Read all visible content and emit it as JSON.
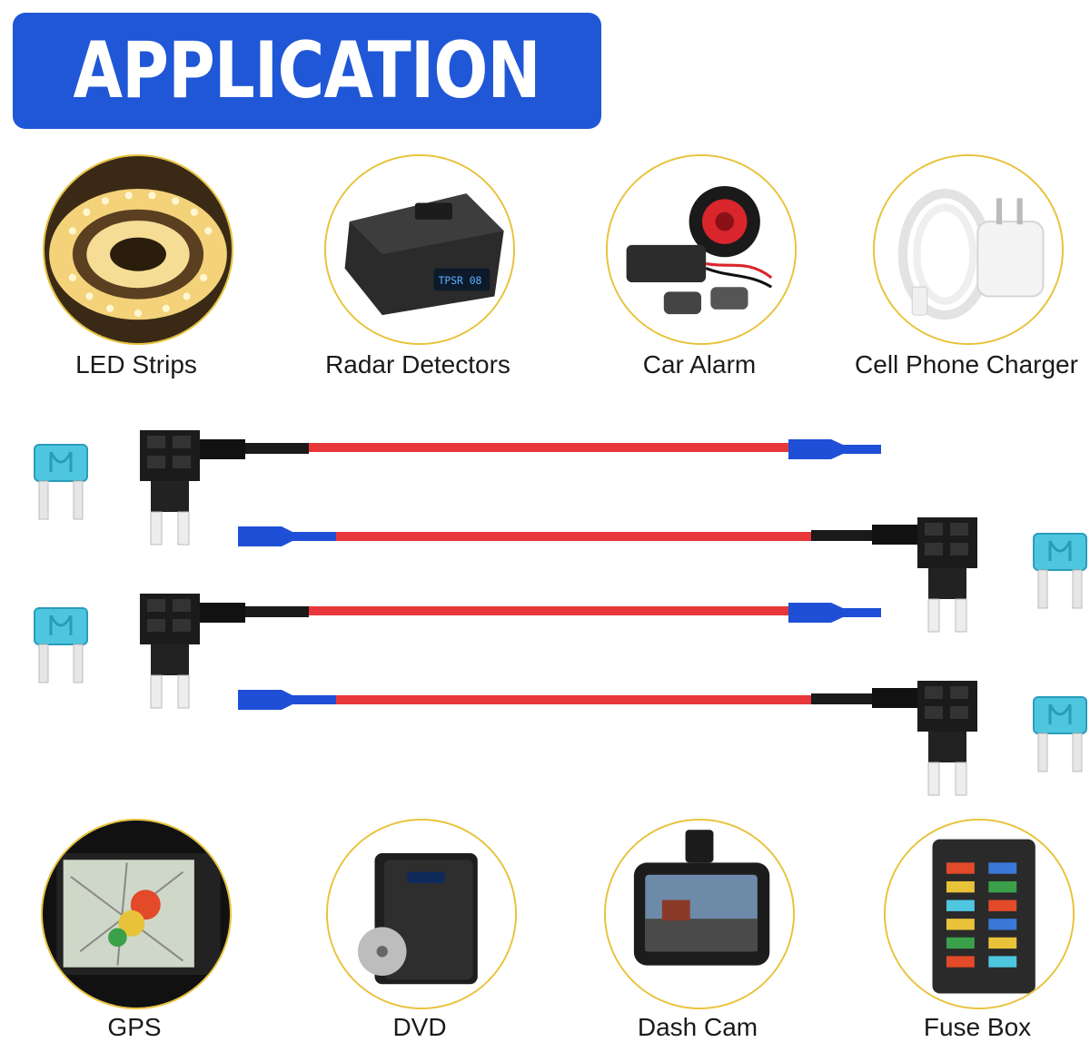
{
  "banner": {
    "title": "APPLICATION",
    "color": "#1f57d6"
  },
  "applications": [
    {
      "label": "LED Strips",
      "icon": "led-strip-icon"
    },
    {
      "label": "Radar Detectors",
      "icon": "radar-detector-icon"
    },
    {
      "label": "Car Alarm",
      "icon": "car-alarm-icon"
    },
    {
      "label": "Cell Phone Charger",
      "icon": "phone-charger-icon"
    },
    {
      "label": "GPS",
      "icon": "gps-icon"
    },
    {
      "label": "DVD",
      "icon": "dvd-player-icon"
    },
    {
      "label": "Dash Cam",
      "icon": "dash-cam-icon"
    },
    {
      "label": "Fuse Box",
      "icon": "fuse-box-icon"
    }
  ],
  "colors": {
    "circle_border": "#e8c23a",
    "wire": "#e8373a",
    "terminal": "#1f4fd6",
    "fuse": "#4fc6e0"
  },
  "radar_display": "TPSR 08"
}
